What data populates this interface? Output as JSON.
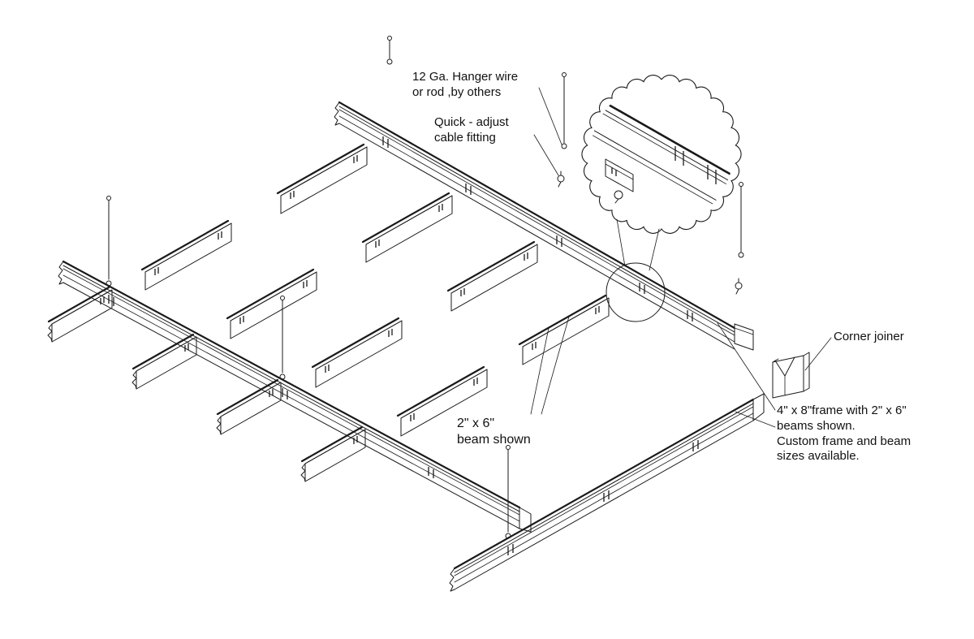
{
  "canvas": {
    "background": "#ffffff",
    "line_color": "#1a1a1a"
  },
  "labels": {
    "hanger_wire": "12 Ga. Hanger wire\nor rod ,by others",
    "cable_fitting": "Quick - adjust\ncable fitting",
    "corner_joiner": "Corner joiner",
    "beam_size": "2\" x 6\"\nbeam shown",
    "frame_note": "4\" x 8\"frame with 2\" x 6\"\nbeams shown.\nCustom frame and beam\nsizes available."
  }
}
